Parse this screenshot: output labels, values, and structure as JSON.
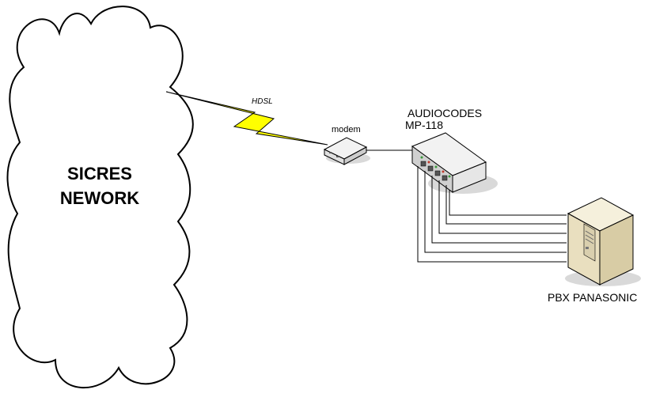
{
  "diagram": {
    "cloud": {
      "line1": "SICRES",
      "line2": "NEWORK"
    },
    "link_label": "HDSL",
    "modem_label": "modem",
    "gateway": {
      "line1": "AUDIOCODES",
      "line2": "MP-118"
    },
    "pbx_label": "PBX PANASONIC"
  },
  "colors": {
    "lightning": "#ffff00",
    "outline": "#000000",
    "device_face": "#e6e6e6",
    "shadow": "#d9d9d9"
  },
  "icons": [
    "cloud-icon",
    "lightning-icon",
    "modem-icon",
    "gateway-icon",
    "server-tower-icon"
  ]
}
